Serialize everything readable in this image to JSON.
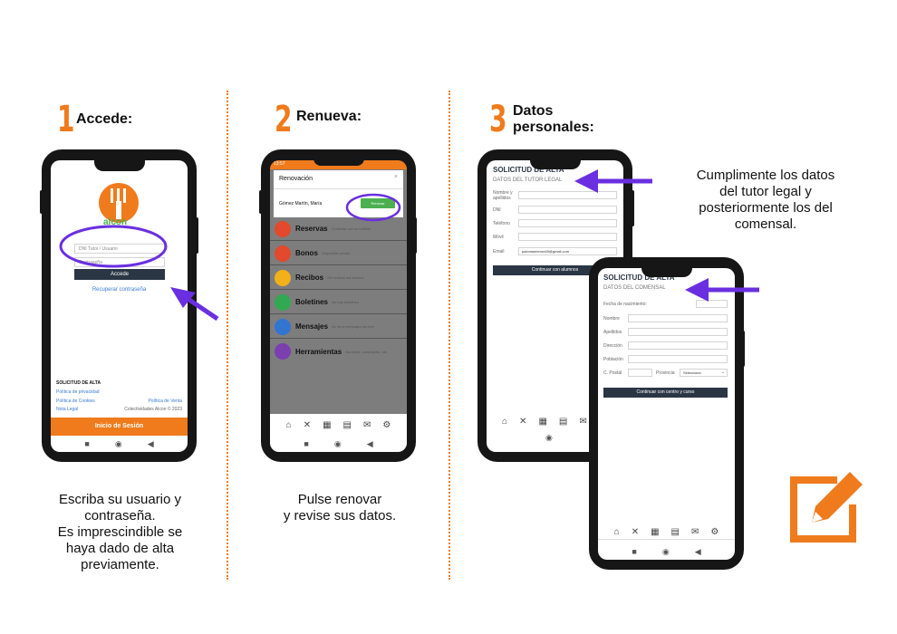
{
  "steps": [
    {
      "number": "1",
      "title": "Accede:"
    },
    {
      "number": "2",
      "title": "Renueva:"
    },
    {
      "number": "3",
      "title_line1": "Datos",
      "title_line2": "personales:"
    }
  ],
  "captions": {
    "step1": [
      "Escriba su usuario y",
      "contraseña.",
      "Es imprescindible se",
      "haya dado de alta",
      "previamente."
    ],
    "step2": [
      "Pulse renovar",
      "y revise sus datos."
    ],
    "step3": [
      "Cumplimente los datos",
      "del tutor legal y",
      "posteriormente los del",
      "comensal."
    ]
  },
  "phone1": {
    "user_placeholder": "DNI Tutor / Usuario",
    "password_placeholder": "Contraseña",
    "login_button": "Accede",
    "recover_link": "Recuperar contraseña",
    "signup_heading": "SOLICITUD DE ALTA",
    "privacy_link": "Política de privacidad",
    "cookies_link": "Política de Cookies",
    "sales_link": "Política de Venta",
    "legal_link": "Nota Legal",
    "copyright": "Colectividades Alcon © 2023",
    "session_button": "Inicio de Sesión"
  },
  "phone2": {
    "status_time": "13:57",
    "modal_title": "Renovación",
    "modal_close": "×",
    "student_name": "Gómez Martín, María",
    "renew_button": "Renovar",
    "menu": [
      {
        "name": "Reservas",
        "desc": "Contratar con su hábitos",
        "color": "#e2492d"
      },
      {
        "name": "Bonos",
        "desc": "Disponible pronto",
        "color": "#e2492d"
      },
      {
        "name": "Recibos",
        "desc": "Sin recibos del alumno",
        "color": "#f2b01b"
      },
      {
        "name": "Boletines",
        "desc": "No hay boletines",
        "color": "#33a852"
      },
      {
        "name": "Mensajes",
        "desc": "No tiene mensajes sin leer",
        "color": "#3275d1"
      },
      {
        "name": "Herramientas",
        "desc": "Acciones, contraseña, etc",
        "color": "#7b3fb0"
      }
    ]
  },
  "phone3a": {
    "heading": "SOLICITUD DE ALTA",
    "subheading": "DATOS DEL TUTOR LEGAL",
    "fields": [
      "Nombre y apellidos",
      "DNI",
      "Teléfono",
      "Móvil",
      "Email"
    ],
    "email_value": "palomasheron69@gmail.com",
    "continue_button": "Continuar con alumnos"
  },
  "phone3b": {
    "heading": "SOLICITUD DE ALTA",
    "subheading": "DATOS DEL COMENSAL",
    "fields": [
      "Fecha de nacimiento:",
      "Nombre",
      "Apellidos",
      "Dirección",
      "Población",
      "C. Postal"
    ],
    "province_label": "Provincia",
    "province_value": "Selecciona",
    "continue_button": "Continuar con centro y curso"
  },
  "icons": {
    "home": "⌂",
    "tools": "✕",
    "calendar": "▦",
    "doc": "▤",
    "mail": "✉",
    "gear": "⚙"
  },
  "colors": {
    "orange": "#f07b1c",
    "purple": "#6a2fe0",
    "green": "#4cb050",
    "dark": "#2b3645"
  }
}
